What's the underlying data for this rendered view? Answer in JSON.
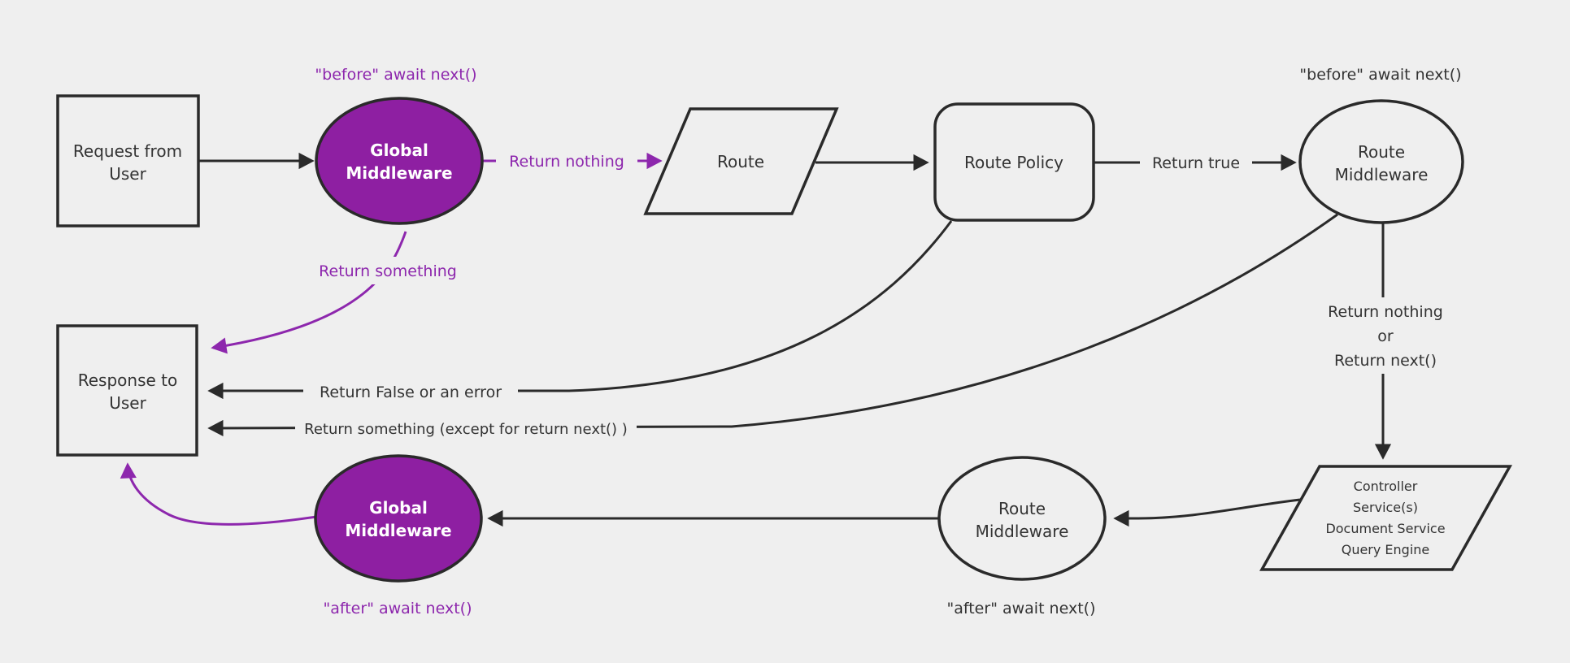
{
  "colors": {
    "background": "#efefef",
    "stroke": "#2a2a2a",
    "purple": "#8d27ad",
    "purple_fill": "#8e1fa2",
    "text": "#333333",
    "node_text_white": "#ffffff"
  },
  "nodes": {
    "request_from_user": {
      "line1": "Request from",
      "line2": "User"
    },
    "global_middleware_top": {
      "line1": "Global",
      "line2": "Middleware"
    },
    "route": {
      "label": "Route"
    },
    "route_policy": {
      "label": "Route Policy"
    },
    "route_middleware_top": {
      "line1": "Route",
      "line2": "Middleware"
    },
    "controller_services": {
      "line1": "Controller",
      "line2": "Service(s)",
      "line3": "Document Service",
      "line4": "Query Engine"
    },
    "route_middleware_bottom": {
      "line1": "Route",
      "line2": "Middleware"
    },
    "global_middleware_bottom": {
      "line1": "Global",
      "line2": "Middleware"
    },
    "response_to_user": {
      "line1": "Response to",
      "line2": "User"
    }
  },
  "edge_labels": {
    "before_await_next_global": "\"before\" await next()",
    "before_await_next_route": "\"before\" await next()",
    "return_nothing": "Return nothing",
    "return_true": "Return true",
    "return_something": "Return something",
    "return_false_or_error": "Return False or an error",
    "return_something_except": "Return something (except for return next() )",
    "return_nothing_or_line1": "Return nothing",
    "return_nothing_or_line2": "or",
    "return_nothing_or_line3": "Return next()",
    "after_await_next_route": "\"after\" await next()",
    "after_await_next_global": "\"after\" await next()"
  }
}
